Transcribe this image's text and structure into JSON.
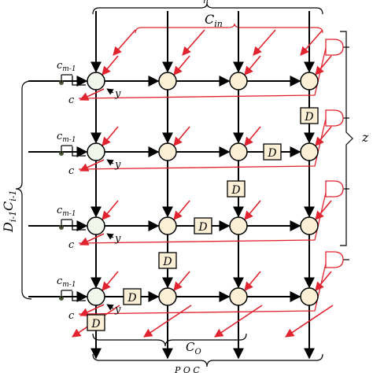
{
  "labels": {
    "c_in": "C",
    "c_in_sub": "in",
    "c_o": "C",
    "c_o_sub": "O",
    "z": "z",
    "side_d": "D",
    "side_d_sub": "i-1",
    "side_c": "C",
    "side_c_sub": "i-1",
    "c_m1": "c",
    "c_m1_sub": "m-1",
    "y": "y",
    "c": "c",
    "delay": "D",
    "top_partial": "n",
    "bottom_partial": "P  O  C"
  },
  "colors": {
    "wire": "#000000",
    "carry_wire": "#e0232e",
    "first_cell_fill": "#f2f7ec",
    "cell_fill": "#fbf0d6",
    "cell_stroke": "#000000",
    "delay_fill": "#fbf0d6",
    "dot": "#4e5a3a"
  },
  "grid": {
    "rows": 4,
    "cols": 4
  }
}
